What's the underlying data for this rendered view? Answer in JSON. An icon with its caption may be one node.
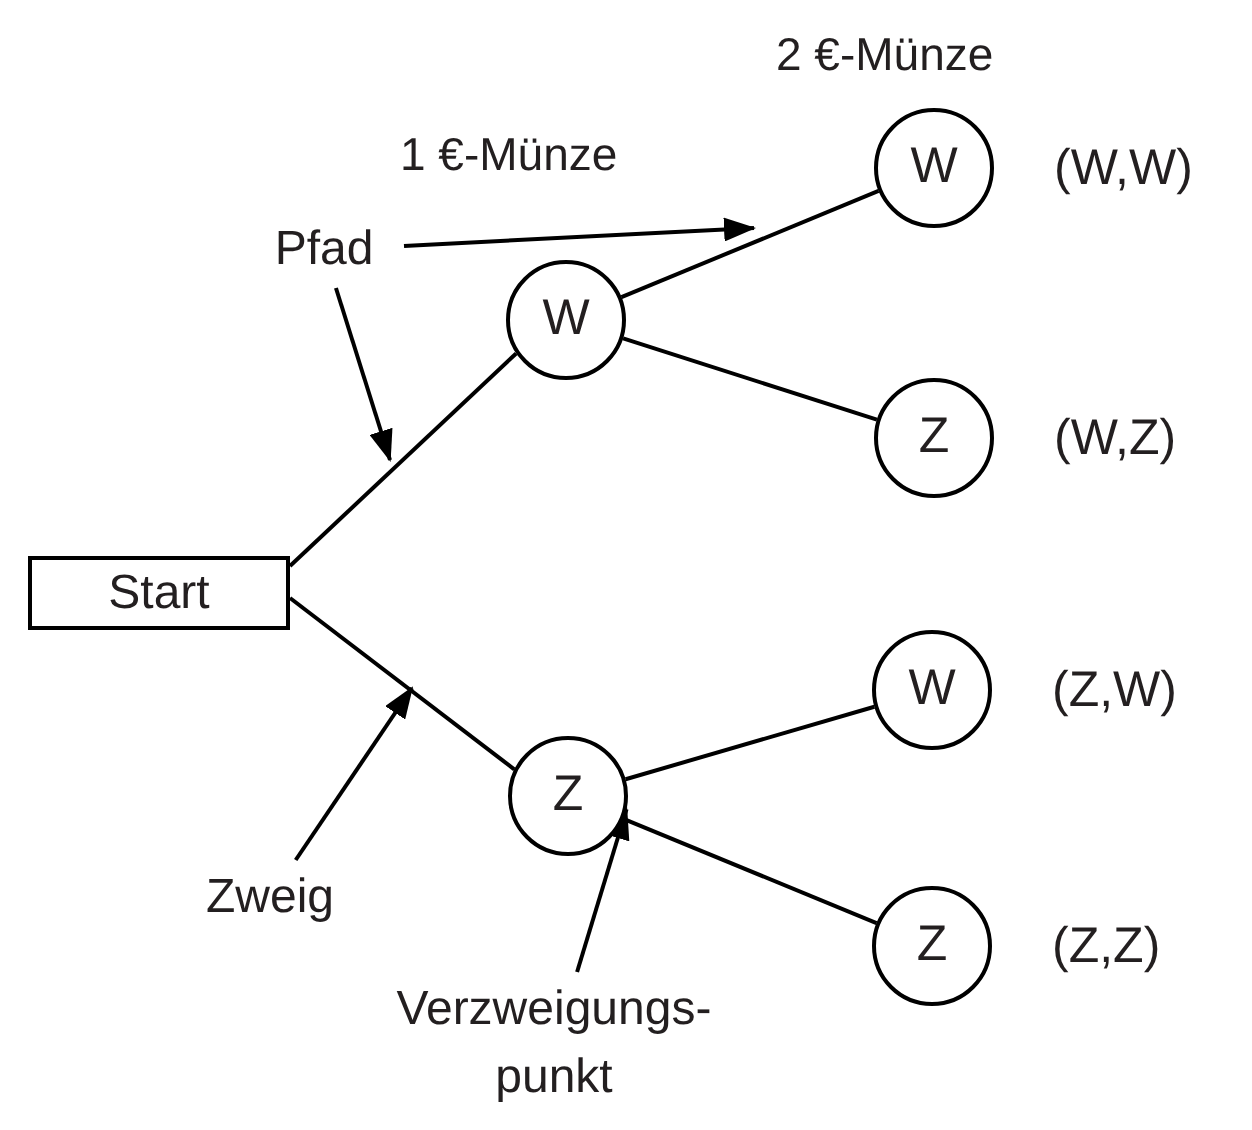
{
  "diagram": {
    "nodes": [
      {
        "text": [
          "Start"
        ]
      },
      {
        "text": [
          "W"
        ]
      },
      {
        "text": [
          "Z"
        ]
      },
      {
        "text": [
          "W"
        ],
        "beside": [
          "(W,W)"
        ]
      },
      {
        "text": [
          "Z"
        ],
        "beside": [
          "(W,Z)"
        ]
      },
      {
        "text": [
          "W"
        ],
        "beside": [
          "(Z,W)"
        ]
      },
      {
        "text": [
          "Z"
        ],
        "beside": [
          "(Z,Z)"
        ]
      },
      {
        "text": [
          "Pfad"
        ]
      },
      {
        "text": [
          "Zweig"
        ]
      },
      {
        "text": [
          "Verzweigungs- punkt"
        ]
      }
    ],
    "edges": [
      {
        "from": 0,
        "to": 1,
        "arrow": "none"
      },
      {
        "from": 0,
        "to": 2,
        "arrow": "none"
      },
      {
        "from": 1,
        "to": 3,
        "arrow": "none"
      },
      {
        "from": 1,
        "to": 4,
        "arrow": "none"
      },
      {
        "from": 2,
        "to": 5,
        "arrow": "none"
      },
      {
        "from": 2,
        "to": 6,
        "arrow": "none"
      },
      {
        "from": 7,
        "to": null,
        "arrow": "to"
      },
      {
        "from": 7,
        "to": null,
        "arrow": "to"
      },
      {
        "from": 8,
        "to": null,
        "arrow": "to"
      },
      {
        "from": 9,
        "to": 2,
        "arrow": "to"
      }
    ],
    "labels": [
      "2 €-Münze",
      "1 €-Münze"
    ]
  }
}
